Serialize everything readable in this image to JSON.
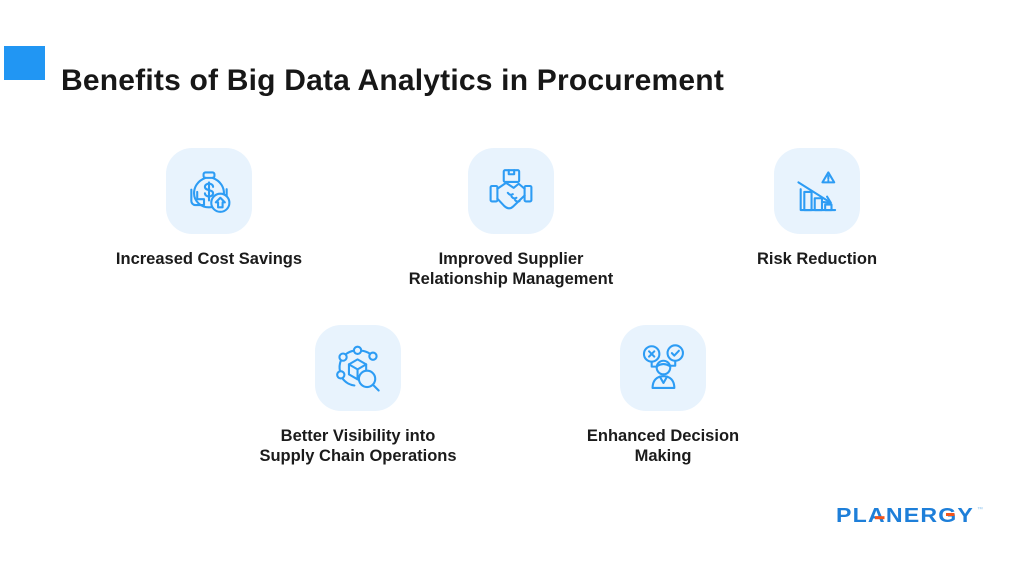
{
  "header": {
    "title": "Benefits of Big Data Analytics in Procurement"
  },
  "benefits": [
    {
      "id": "increased-cost-savings",
      "label": "Increased Cost Savings",
      "icon": "money-bag-hands-up-arrow-icon"
    },
    {
      "id": "supplier-relationship-management",
      "label": "Improved Supplier\nRelationship Management",
      "icon": "handshake-package-icon"
    },
    {
      "id": "risk-reduction",
      "label": "Risk Reduction",
      "icon": "declining-bar-chart-warning-icon"
    },
    {
      "id": "supply-chain-visibility",
      "label": "Better Visibility into\nSupply Chain Operations",
      "icon": "network-cube-magnifier-icon"
    },
    {
      "id": "enhanced-decision-making",
      "label": "Enhanced Decision\nMaking",
      "icon": "person-decision-check-x-icon"
    }
  ],
  "footer": {
    "brand": "PLANERGY",
    "trademark": "™"
  },
  "colors": {
    "accent": "#2196F3",
    "icon_stroke": "#2D9CF4",
    "icon_tile_background": "#E8F3FD",
    "title_text": "#171717",
    "label_text": "#1B1B1B",
    "brand_blue": "#1E7FD9",
    "brand_orange": "#F2541B"
  }
}
